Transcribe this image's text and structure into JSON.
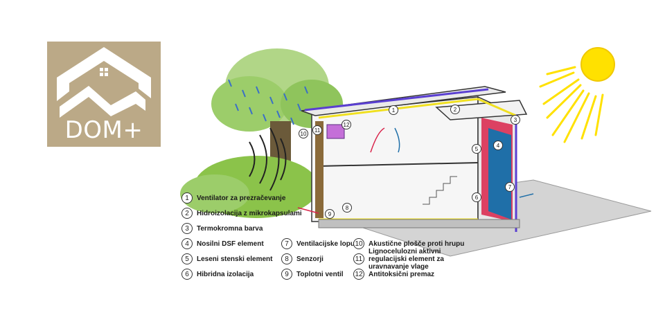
{
  "logo": {
    "text": "DOM+",
    "bg_color": "#bba987"
  },
  "legend": [
    {
      "num": "1",
      "label": "Ventilator za prezračevanje"
    },
    {
      "num": "2",
      "label": "Hidroizolacija z mikrokapsulami"
    },
    {
      "num": "3",
      "label": "Termokromna barva"
    },
    {
      "num": "4",
      "label": "Nosilni DSF element"
    },
    {
      "num": "5",
      "label": "Leseni stenski element"
    },
    {
      "num": "6",
      "label": "Hibridna izolacija"
    },
    {
      "num": "7",
      "label": "Ventilacijske lopute"
    },
    {
      "num": "8",
      "label": "Senzorji"
    },
    {
      "num": "9",
      "label": "Toplotni ventil"
    },
    {
      "num": "10",
      "label": "Akustične plošče proti hrupu"
    },
    {
      "num": "11",
      "label": "Lignocelulozni aktivni regulacijski element za uravnavanje vlage"
    },
    {
      "num": "12",
      "label": "Antitoksični premaz"
    }
  ],
  "callouts": [
    "1",
    "2",
    "3",
    "4",
    "5",
    "6",
    "7",
    "8",
    "9",
    "10",
    "11",
    "12"
  ],
  "colors": {
    "sun": "#ffe100",
    "wall_blue": "#1f6fa8",
    "wall_red": "#d9234a",
    "roof_purple": "#5a3fd1",
    "tree": "#7fb53a",
    "rain": "#3a6fc7",
    "yellow_line": "#f0e020"
  }
}
